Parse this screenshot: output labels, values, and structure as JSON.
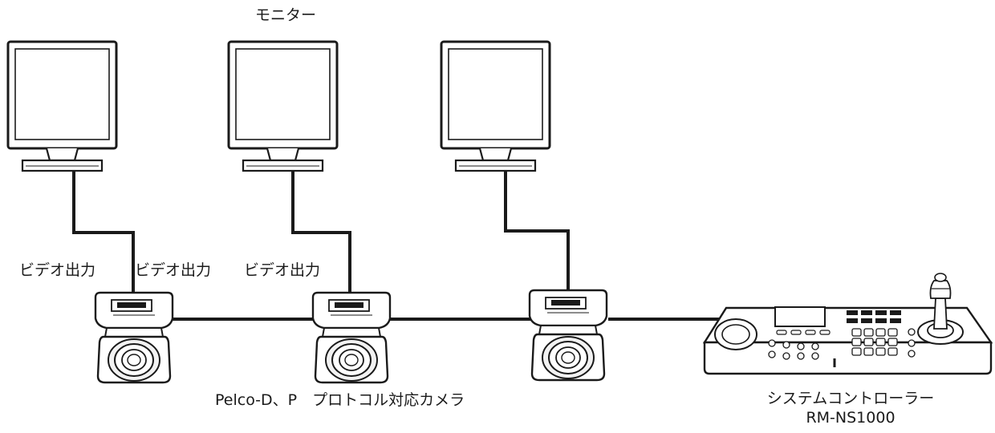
{
  "labels": {
    "monitor": "モニター",
    "video_output": [
      "ビデオ出力",
      "ビデオ出力",
      "ビデオ出力"
    ],
    "camera_caption": "Pelco-D、P　プロトコル対応カメラ",
    "controller_caption": "システムコントローラー",
    "controller_model": "RM-NS1000"
  },
  "devices": {
    "monitors": [
      "monitor",
      "monitor",
      "monitor"
    ],
    "cameras": [
      "ptz-camera",
      "ptz-camera",
      "ptz-camera"
    ],
    "controller": "system-controller"
  },
  "colors": {
    "line": "#1a1a1a",
    "device_fill": "#ffffff",
    "device_shade": "#eeeeee"
  }
}
